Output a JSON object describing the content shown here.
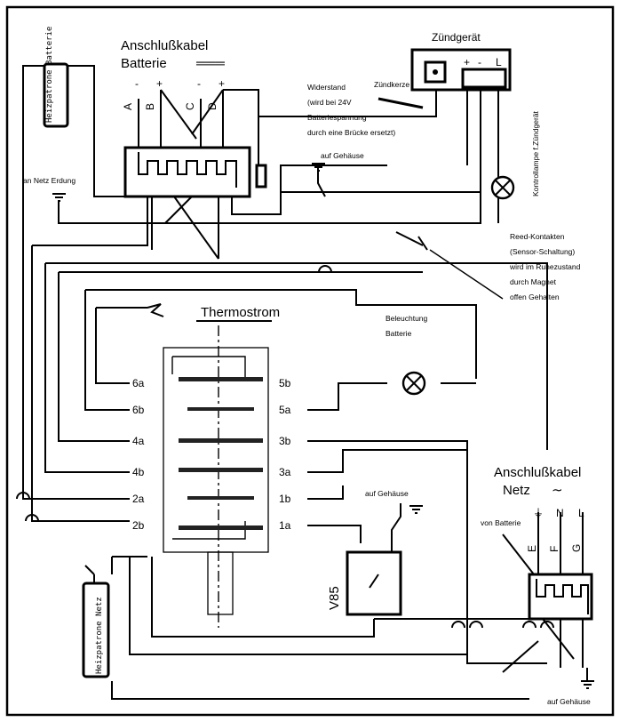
{
  "labels": {
    "battery_cable": "Anschlußkabel",
    "battery_cable_sub": "Batterie",
    "ignition_device": "Zündgerät",
    "spark_plug": "Zündkerze",
    "resistor_line1": "Widerstand",
    "resistor_line2": "(wird bei 24V",
    "resistor_line3": "Batteriespannung",
    "resistor_line4": "durch eine Brücke ersetzt)",
    "control_lamp": "Kontrollampe f.Zündgerät",
    "case_top": "auf Gehäuse",
    "earth_net": "an Netz Erdung",
    "heater_battery": "Heizpatrone Batterie",
    "reed_line1": "Reed-Kontakten",
    "reed_line2": "(Sensor-Schaltung)",
    "reed_line3": "wird im Ruhezustand",
    "reed_line4": "durch Magnet",
    "reed_line5": "offen Gehalten",
    "thermostat": "Thermostrom",
    "lighting_line1": "Beleuchtung",
    "lighting_line2": "Batterie",
    "case_right": "auf Gehäuse",
    "mains_cable": "Anschlußkabel",
    "mains_cable_sub": "Netz",
    "from_battery": "von Batterie",
    "v85": "V85",
    "heater_mains": "Heizpatrone Netz",
    "case_bottom": "auf Gehäuse"
  },
  "battery_terminals": {
    "letters": [
      "A",
      "B",
      "C",
      "D"
    ],
    "polarity": [
      "-",
      "+",
      "-",
      "+"
    ]
  },
  "ignition_terminals": [
    "+",
    "-",
    "L"
  ],
  "mains_terminals": {
    "letters": [
      "E",
      "F",
      "G"
    ],
    "symbols": [
      "⏚",
      "N",
      "L"
    ]
  },
  "thermo_contacts": {
    "left": [
      "6a",
      "6b",
      "4a",
      "4b",
      "2a",
      "2b"
    ],
    "right": [
      "5b",
      "5a",
      "3b",
      "3a",
      "1b",
      "1a"
    ]
  }
}
